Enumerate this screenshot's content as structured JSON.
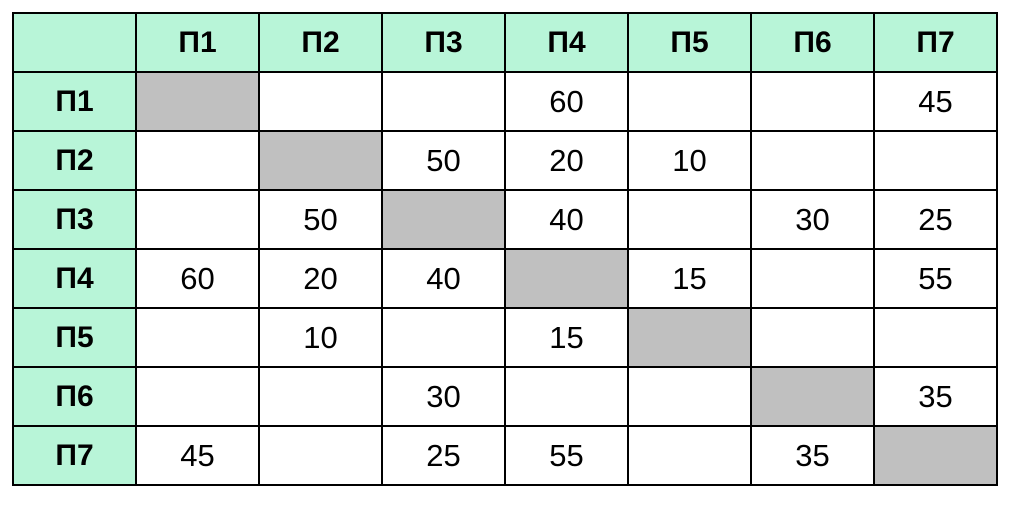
{
  "colors": {
    "header_bg": "#b8f5d8",
    "diagonal_bg": "#c0c0c0",
    "cell_bg": "#ffffff",
    "border": "#000000"
  },
  "headers": [
    "П1",
    "П2",
    "П3",
    "П4",
    "П5",
    "П6",
    "П7"
  ],
  "rows": [
    {
      "label": "П1",
      "cells": [
        "",
        "",
        "",
        "60",
        "",
        "",
        "45"
      ]
    },
    {
      "label": "П2",
      "cells": [
        "",
        "",
        "50",
        "20",
        "10",
        "",
        ""
      ]
    },
    {
      "label": "П3",
      "cells": [
        "",
        "50",
        "",
        "40",
        "",
        "30",
        "25"
      ]
    },
    {
      "label": "П4",
      "cells": [
        "60",
        "20",
        "40",
        "",
        "15",
        "",
        "55"
      ]
    },
    {
      "label": "П5",
      "cells": [
        "",
        "10",
        "",
        "15",
        "",
        "",
        ""
      ]
    },
    {
      "label": "П6",
      "cells": [
        "",
        "",
        "30",
        "",
        "",
        "",
        "35"
      ]
    },
    {
      "label": "П7",
      "cells": [
        "45",
        "",
        "25",
        "55",
        "",
        "35",
        ""
      ]
    }
  ]
}
